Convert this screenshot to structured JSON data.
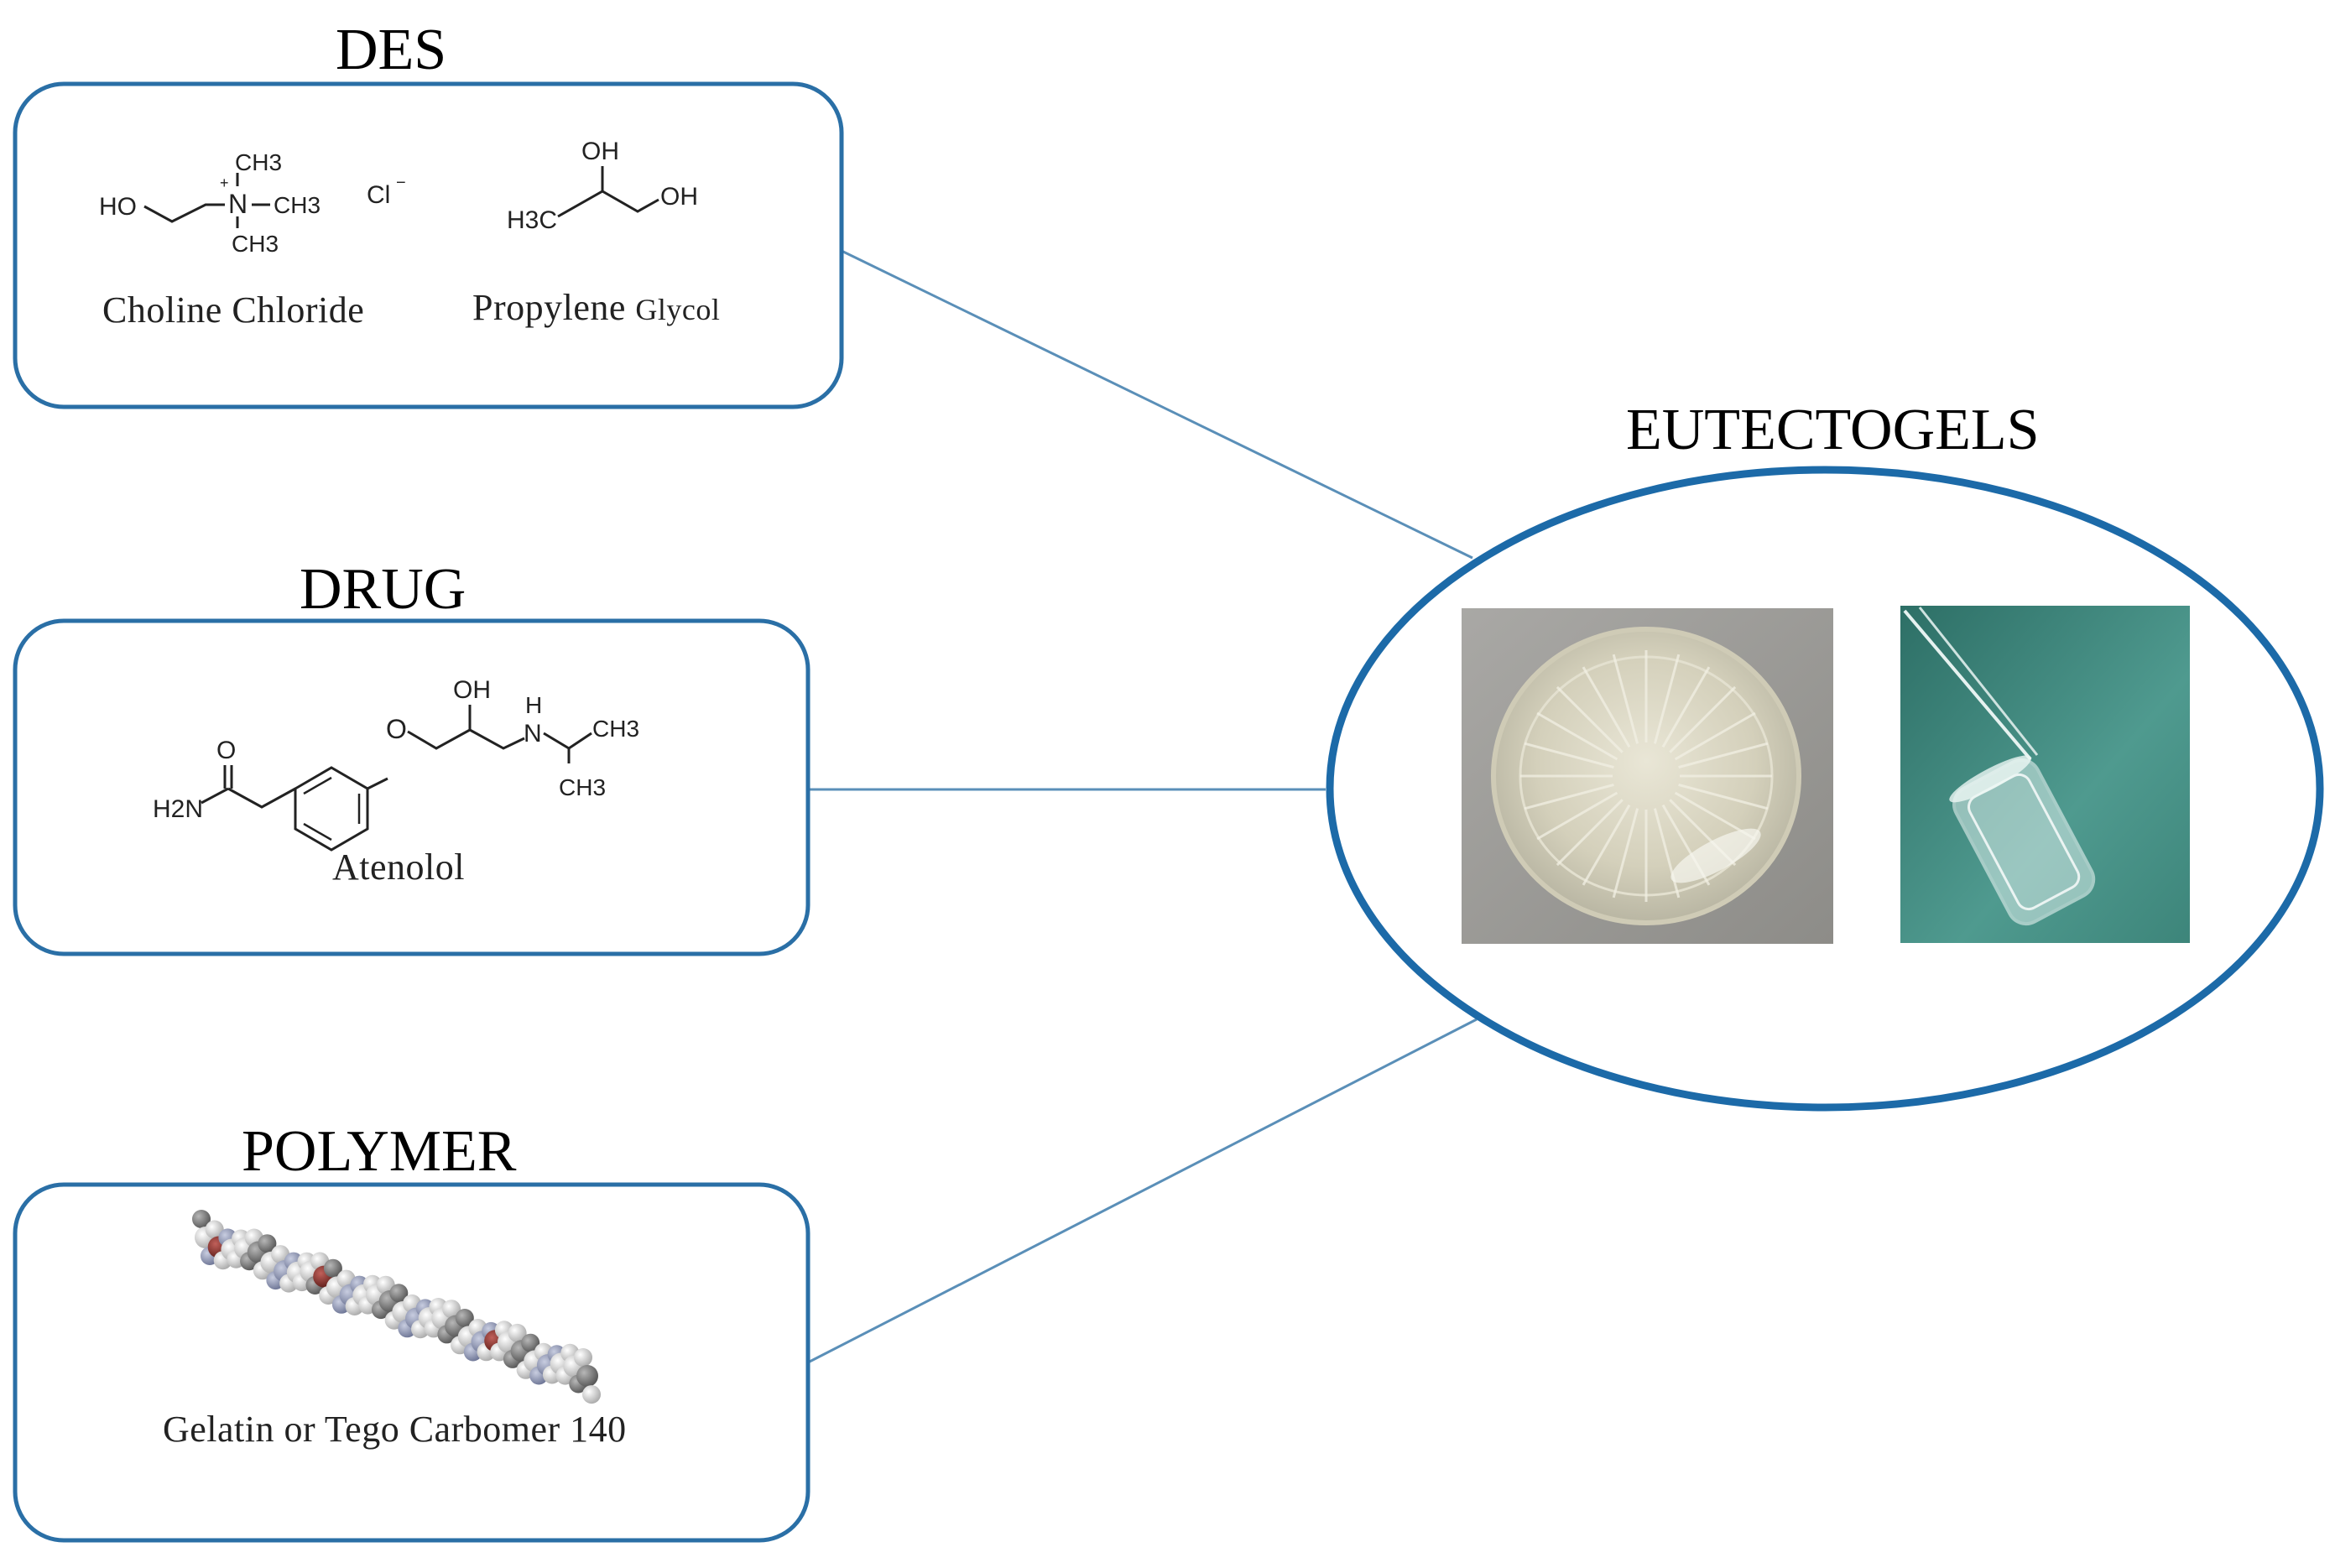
{
  "des": {
    "title": "DES",
    "choline": {
      "caption": "Choline Chloride",
      "atoms": {
        "ho": "HO",
        "n": "N",
        "ch3_top": "CH3",
        "ch3_right": "CH3",
        "ch3_bottom": "CH3",
        "charge": "+",
        "counterion": "Cl",
        "counterion_charge": "−"
      }
    },
    "propylene": {
      "caption_main": "Propylene",
      "caption_small": "Glycol",
      "atoms": {
        "oh_top": "OH",
        "oh_right": "OH",
        "h3c": "H3C"
      }
    }
  },
  "drug": {
    "title": "DRUG",
    "caption": "Atenolol",
    "atoms": {
      "o_carbonyl": "O",
      "h2n": "H2N",
      "o_ether": "O",
      "oh": "OH",
      "nh_n": "N",
      "nh_h": "H",
      "ch3_top": "CH3",
      "ch3_bottom": "CH3"
    }
  },
  "polymer": {
    "title": "POLYMER",
    "caption": "Gelatin or Tego Carbomer 140"
  },
  "product": {
    "title": "EUTECTOGELS"
  },
  "colors": {
    "box_border": "#2a6fa6",
    "ellipse_border": "#1c6aa8",
    "connector": "#5a8fb8",
    "photo_left_bg": "#9a9a98",
    "photo_right_bg": "#3f8a80"
  }
}
